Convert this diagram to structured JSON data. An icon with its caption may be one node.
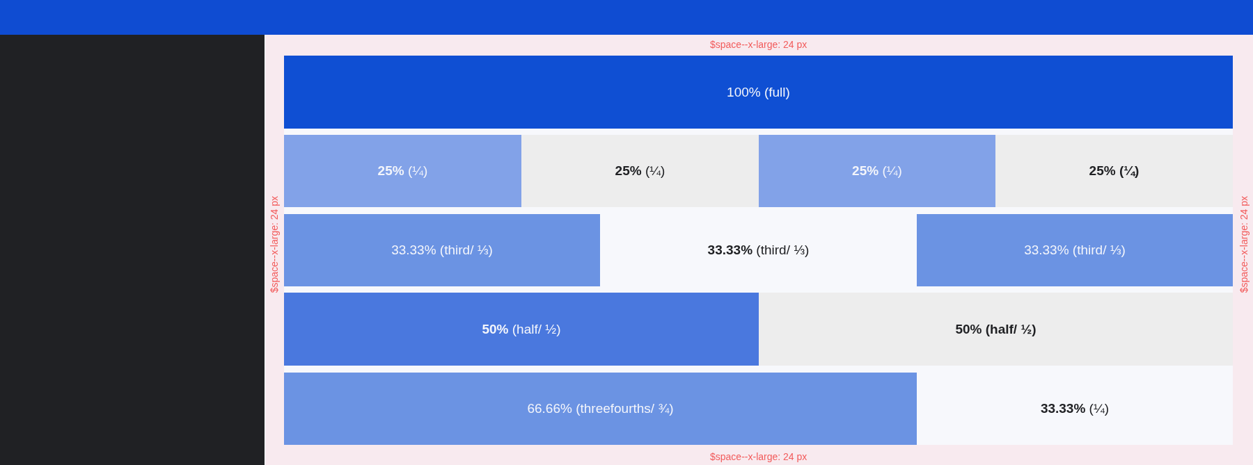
{
  "diagram": {
    "nodes": [
      {
        "text": [
          "100% (full)"
        ]
      },
      {
        "text": [
          "**25%** (¼)"
        ]
      },
      {
        "text": [
          "**25%** (¼)"
        ]
      },
      {
        "text": [
          "**25%** (¼)"
        ]
      },
      {
        "text": [
          "25% (¼)"
        ]
      },
      {
        "text": [
          "33.33% (third/ ⅓)"
        ]
      },
      {
        "text": [
          "**33.33%** (third/ ⅓)"
        ]
      },
      {
        "text": [
          "33.33% (third/ ⅓)"
        ]
      },
      {
        "text": [
          "**50%** (half/ ½)"
        ]
      },
      {
        "text": [
          "50% (half/ ½)"
        ]
      },
      {
        "text": [
          "66.66% (threefourths/ ¾)"
        ]
      },
      {
        "text": [
          "**33.33%** (¼)"
        ]
      }
    ],
    "labels": [
      "$space--x-large: 24 px",
      "$space--x-large: 24 px",
      "$space--x-large: 24 px",
      "$space--x-large: 24 px"
    ]
  }
}
